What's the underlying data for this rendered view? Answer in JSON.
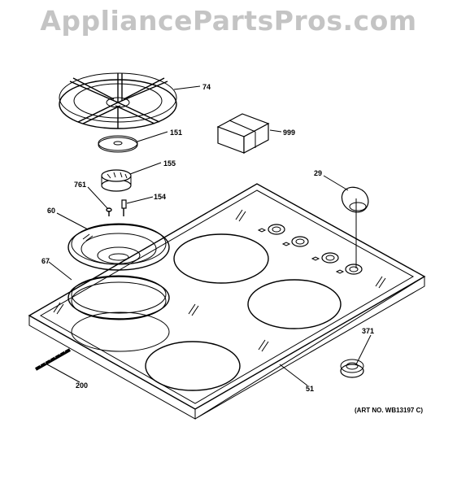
{
  "watermark": "AppliancePartsPros.com",
  "art_number": "(ART NO. WB13197 C)",
  "callouts": {
    "p74": "74",
    "p999": "999",
    "p151": "151",
    "p155": "155",
    "p761": "761",
    "p154": "154",
    "p29": "29",
    "p60": "60",
    "p67": "67",
    "p371": "371",
    "p200": "200",
    "p51": "51"
  }
}
